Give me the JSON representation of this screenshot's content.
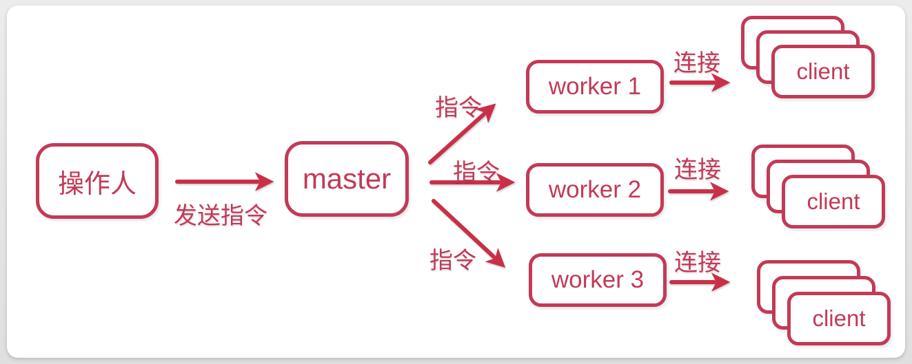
{
  "colors": {
    "accent": "#c23a57",
    "arrow": "#c93048",
    "canvas_bg": "#ffffff",
    "page_bg": "#ececec"
  },
  "nodes": {
    "operator": {
      "label": "操作人"
    },
    "master": {
      "label": "master"
    },
    "workers": [
      {
        "label": "worker 1"
      },
      {
        "label": "worker 2"
      },
      {
        "label": "worker 3"
      }
    ],
    "client_stacks": [
      {
        "label": "client",
        "card_count": 3
      },
      {
        "label": "client",
        "card_count": 3
      },
      {
        "label": "client",
        "card_count": 3
      }
    ]
  },
  "edges": {
    "send_command": {
      "label": "发送指令"
    },
    "command_1": {
      "label": "指令"
    },
    "command_2": {
      "label": "指令"
    },
    "command_3": {
      "label": "指令"
    },
    "connect_1": {
      "label": "连接"
    },
    "connect_2": {
      "label": "连接"
    },
    "connect_3": {
      "label": "连接"
    }
  }
}
